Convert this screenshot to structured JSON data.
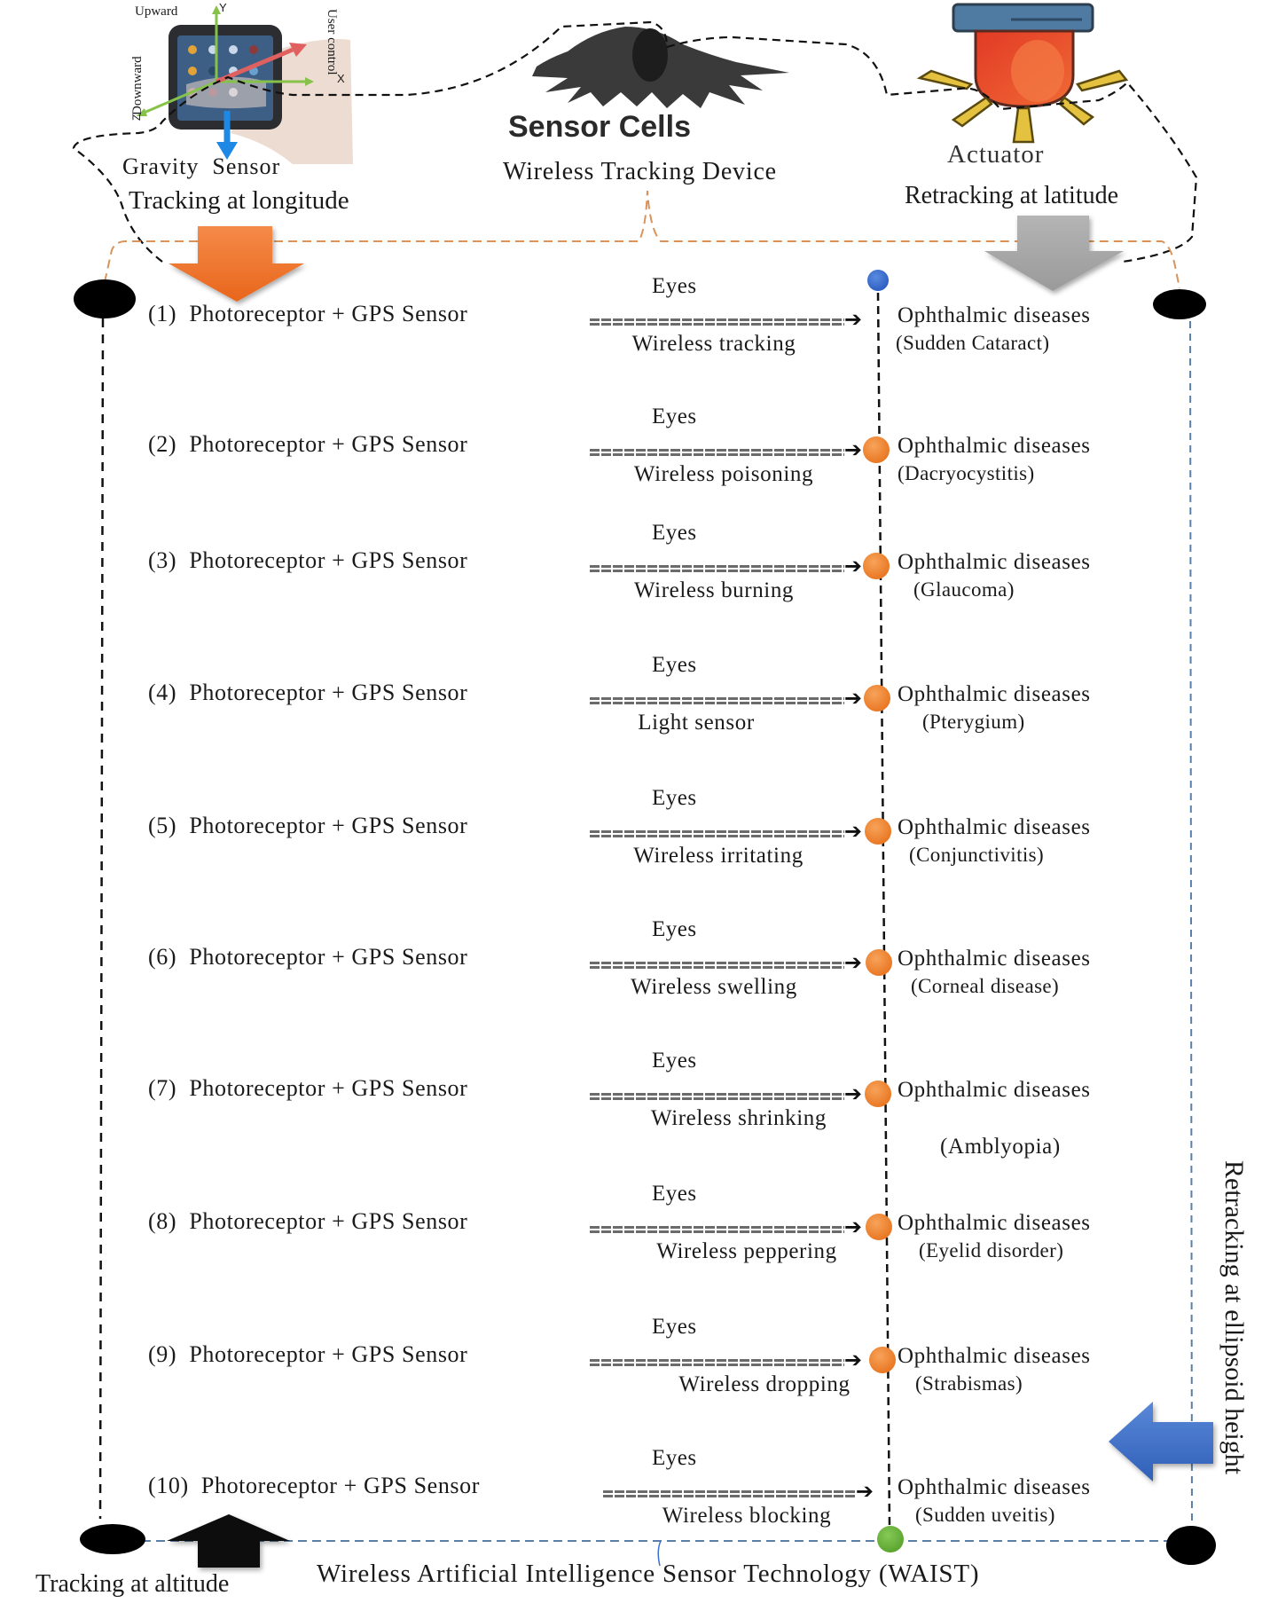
{
  "figure": {
    "gravity_sensor": {
      "label": "Gravity  Sensor",
      "axis_upward": "Upward",
      "axis_y": "Y",
      "axis_downward": "Downward",
      "axis_z": "Z",
      "axis_user_control": "User control",
      "axis_x": "X",
      "caption": "Tracking at longitude"
    },
    "sensor_cells": {
      "label": "Sensor Cells",
      "caption": "Wireless Tracking Device"
    },
    "actuator": {
      "label": "Actuator",
      "caption": "Retracking at latitude"
    },
    "right_side_label": "Retracking at ellipsoid height",
    "bottom_left_label": "Tracking at altitude",
    "bottom_title": "Wireless Artificial Intelligence Sensor Technology (WAIST)",
    "colors": {
      "orange_arrow": "#f07a2c",
      "gray_arrow": "#a8a8a8",
      "blue_arrow": "#3f6fc6",
      "orange_node": "#f08a35",
      "blue_node": "#3a6fd0",
      "green_node": "#6cb43c",
      "orange_dash": "#d9935a",
      "blue_dash": "#5a7fa8"
    },
    "rows": [
      {
        "number": "(1)",
        "source": "Photoreceptor + GPS Sensor",
        "top_label": "Eyes",
        "bottom_label": "Wireless tracking",
        "target": "Ophthalmic diseases",
        "disease": "(Sudden Cataract)",
        "node": "blue"
      },
      {
        "number": "(2)",
        "source": "Photoreceptor + GPS Sensor",
        "top_label": "Eyes",
        "bottom_label": "Wireless poisoning",
        "target": "Ophthalmic diseases",
        "disease": "(Dacryocystitis)",
        "node": "orange"
      },
      {
        "number": "(3)",
        "source": "Photoreceptor + GPS Sensor",
        "top_label": "Eyes",
        "bottom_label": "Wireless burning",
        "target": "Ophthalmic diseases",
        "disease": "(Glaucoma)",
        "node": "orange"
      },
      {
        "number": "(4)",
        "source": "Photoreceptor + GPS Sensor",
        "top_label": "Eyes",
        "bottom_label": "Light sensor",
        "target": "Ophthalmic diseases",
        "disease": "(Pterygium)",
        "node": "orange"
      },
      {
        "number": "(5)",
        "source": "Photoreceptor + GPS Sensor",
        "top_label": "Eyes",
        "bottom_label": "Wireless irritating",
        "target": "Ophthalmic diseases",
        "disease": "(Conjunctivitis)",
        "node": "orange"
      },
      {
        "number": "(6)",
        "source": "Photoreceptor + GPS Sensor",
        "top_label": "Eyes",
        "bottom_label": "Wireless swelling",
        "target": "Ophthalmic diseases",
        "disease": "(Corneal disease)",
        "node": "orange"
      },
      {
        "number": "(7)",
        "source": "Photoreceptor + GPS Sensor",
        "top_label": "Eyes",
        "bottom_label": "Wireless shrinking",
        "target": "Ophthalmic diseases",
        "disease": "(Amblyopia)",
        "node": "orange"
      },
      {
        "number": "(8)",
        "source": "Photoreceptor + GPS Sensor",
        "top_label": "Eyes",
        "bottom_label": "Wireless peppering",
        "target": "Ophthalmic diseases",
        "disease": "(Eyelid disorder)",
        "node": "orange"
      },
      {
        "number": "(9)",
        "source": "Photoreceptor + GPS Sensor",
        "top_label": "Eyes",
        "bottom_label": "Wireless dropping",
        "target": "Ophthalmic diseases",
        "disease": "(Strabismas)",
        "node": "orange"
      },
      {
        "number": "(10)",
        "source": "Photoreceptor + GPS Sensor",
        "top_label": "Eyes",
        "bottom_label": "Wireless blocking",
        "target": "Ophthalmic diseases",
        "disease": "(Sudden uveitis)",
        "node": "none"
      }
    ]
  }
}
